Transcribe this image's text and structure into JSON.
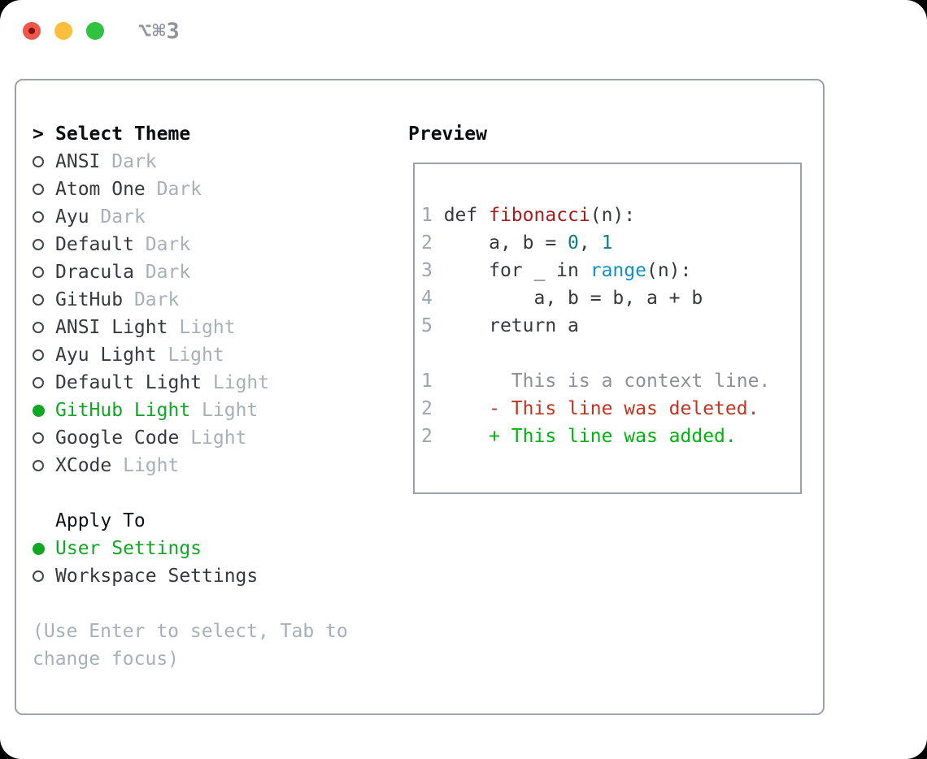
{
  "window": {
    "shortcut_title": "⌥⌘3",
    "traffic_lights": [
      "close",
      "minimize",
      "zoom"
    ]
  },
  "colors": {
    "panel_border": "#9aa2ad",
    "selection_green": "#0fa724",
    "text_dark": "#343a40",
    "text_muted": "#a6b0bb",
    "header_black": "#0a0c0e",
    "func_red": "#a81c1c",
    "number_teal": "#0a7f85",
    "builtin_blue": "#118fc7",
    "diff_deleted_red": "#c13520",
    "diff_added_green": "#00b40f",
    "traffic_red": "#f1564a",
    "traffic_yellow": "#fcbe3d",
    "traffic_green": "#30c341"
  },
  "theme_picker": {
    "header_prefix": ">",
    "header": "Select Theme",
    "items": [
      {
        "name": "ANSI",
        "tag": "Dark",
        "selected": false
      },
      {
        "name": "Atom One",
        "tag": "Dark",
        "selected": false
      },
      {
        "name": "Ayu",
        "tag": "Dark",
        "selected": false
      },
      {
        "name": "Default",
        "tag": "Dark",
        "selected": false
      },
      {
        "name": "Dracula",
        "tag": "Dark",
        "selected": false
      },
      {
        "name": "GitHub",
        "tag": "Dark",
        "selected": false
      },
      {
        "name": "ANSI Light",
        "tag": "Light",
        "selected": false
      },
      {
        "name": "Ayu Light",
        "tag": "Light",
        "selected": false
      },
      {
        "name": "Default Light",
        "tag": "Light",
        "selected": false
      },
      {
        "name": "GitHub Light",
        "tag": "Light",
        "selected": true
      },
      {
        "name": "Google Code",
        "tag": "Light",
        "selected": false
      },
      {
        "name": "XCode",
        "tag": "Light",
        "selected": false
      }
    ],
    "apply_header": "Apply To",
    "apply_items": [
      {
        "label": "User Settings",
        "selected": true
      },
      {
        "label": "Workspace Settings",
        "selected": false
      }
    ],
    "help_lines": [
      "(Use Enter to select, Tab to",
      "change focus)"
    ]
  },
  "preview": {
    "title": "Preview",
    "lines": [
      {
        "num": "1",
        "tokens": [
          {
            "t": " def ",
            "c": "plain"
          },
          {
            "t": "fibonacci",
            "c": "func"
          },
          {
            "t": "(n):",
            "c": "plain"
          }
        ]
      },
      {
        "num": "2",
        "tokens": [
          {
            "t": "     a, b = ",
            "c": "plain"
          },
          {
            "t": "0",
            "c": "number"
          },
          {
            "t": ", ",
            "c": "plain"
          },
          {
            "t": "1",
            "c": "number"
          }
        ]
      },
      {
        "num": "3",
        "tokens": [
          {
            "t": "     for _ in ",
            "c": "plain"
          },
          {
            "t": "range",
            "c": "builtin"
          },
          {
            "t": "(n):",
            "c": "plain"
          }
        ]
      },
      {
        "num": "4",
        "tokens": [
          {
            "t": "         a, b = b, a + b",
            "c": "plain"
          }
        ]
      },
      {
        "num": "5",
        "tokens": [
          {
            "t": "     return a",
            "c": "plain"
          }
        ]
      },
      {
        "num": "",
        "tokens": []
      },
      {
        "num": "1",
        "tokens": [
          {
            "t": "       This is a context line.",
            "c": "context"
          }
        ]
      },
      {
        "num": "2",
        "tokens": [
          {
            "t": "     - This line was deleted.",
            "c": "deleted"
          }
        ]
      },
      {
        "num": "2",
        "tokens": [
          {
            "t": "     + This line was added.",
            "c": "added"
          }
        ]
      }
    ]
  }
}
